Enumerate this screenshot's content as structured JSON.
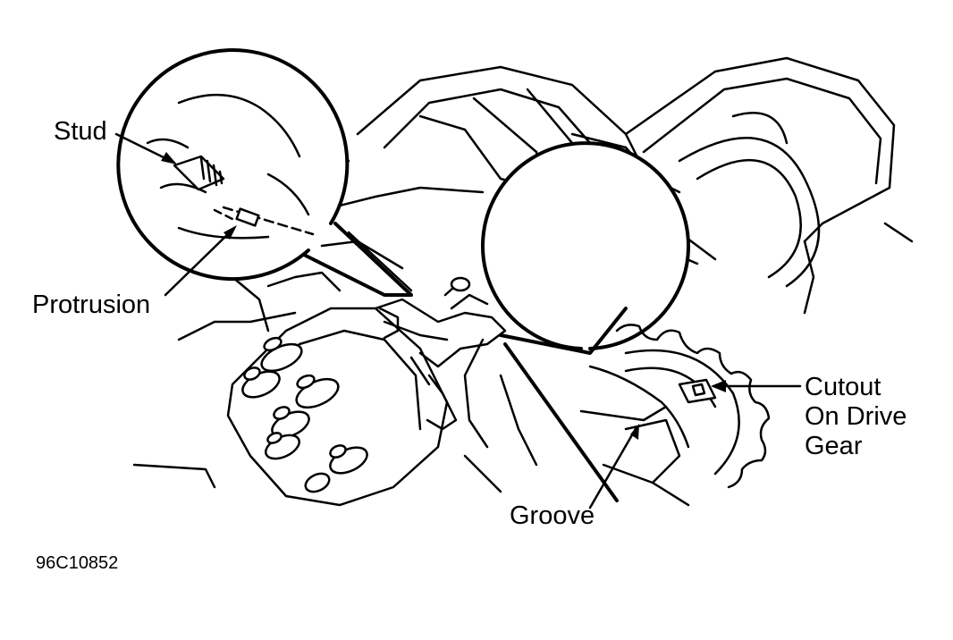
{
  "labels": {
    "stud": "Stud",
    "protrusion": "Protrusion",
    "groove": "Groove",
    "cutout_line1": "Cutout",
    "cutout_line2": "On Drive",
    "cutout_line3": "Gear"
  },
  "figure_id": "96C10852",
  "colors": {
    "ink": "#000000",
    "paper": "#ffffff"
  }
}
